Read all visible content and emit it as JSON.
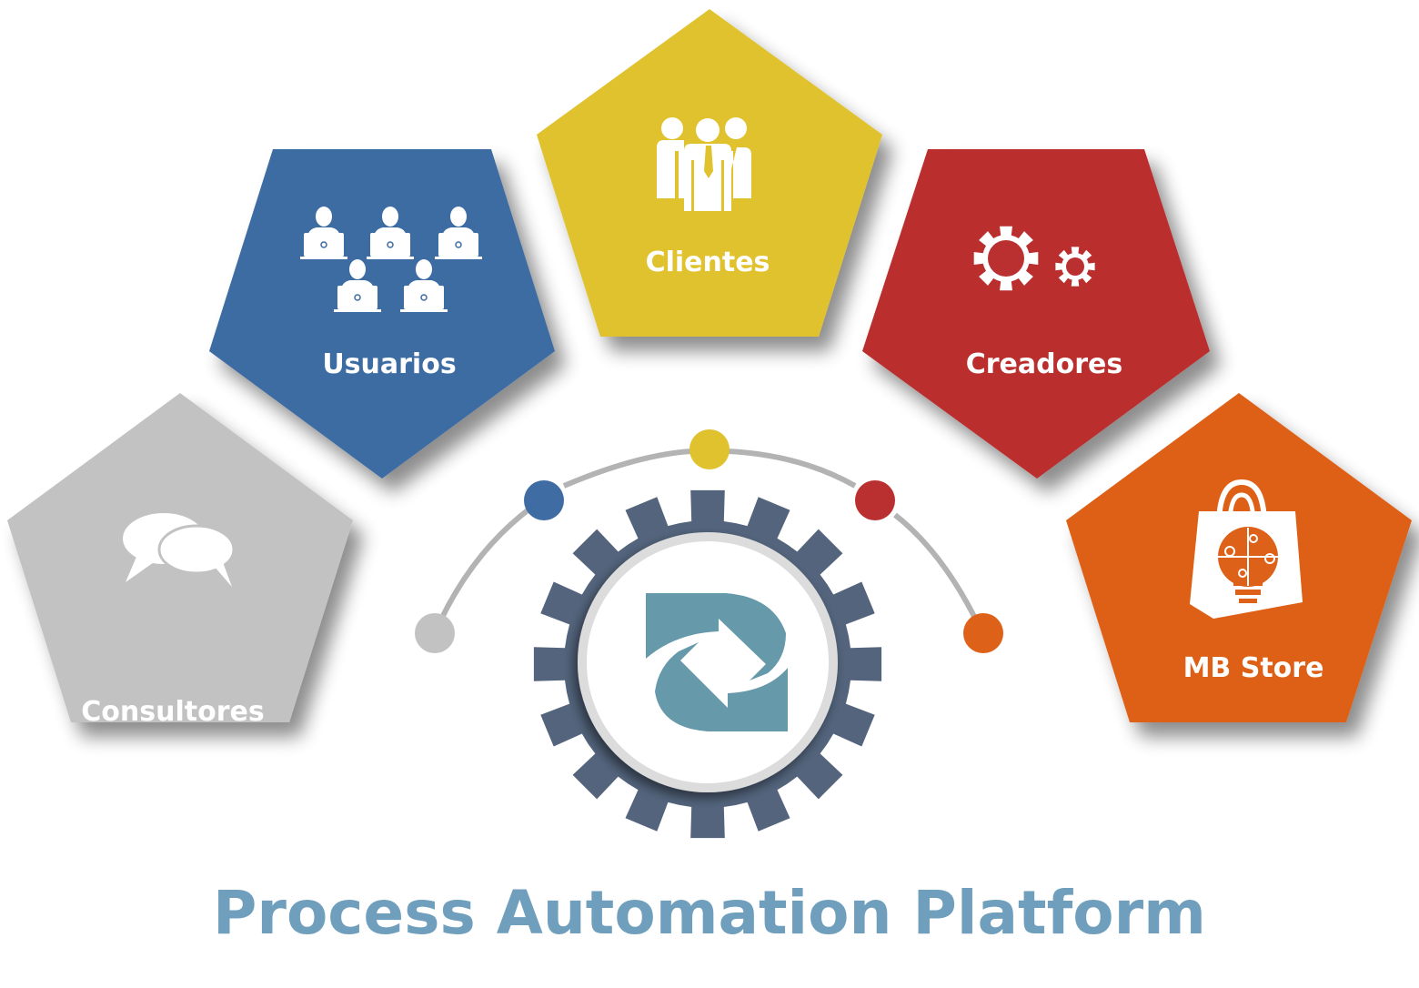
{
  "title": "Process Automation Platform",
  "colors": {
    "title": "#6f9fbd",
    "gear": "#53647c",
    "gear_ring": "#dcdcdc",
    "logo": "#6699aa",
    "arc": "#b3b3b3"
  },
  "nodes": [
    {
      "id": "consultores",
      "label": "Consultores",
      "color": "#c2c2c2",
      "icon": "speech-bubbles-icon"
    },
    {
      "id": "usuarios",
      "label": "Usuarios",
      "color": "#3e6ca3",
      "icon": "users-at-laptops-icon"
    },
    {
      "id": "clientes",
      "label": "Clientes",
      "color": "#e0c22e",
      "icon": "group-people-icon"
    },
    {
      "id": "creadores",
      "label": "Creadores",
      "color": "#ba2f2f",
      "icon": "gears-icon"
    },
    {
      "id": "mbstore",
      "label": "MB Store",
      "color": "#dd6118",
      "icon": "shopping-bag-bulb-icon"
    }
  ]
}
